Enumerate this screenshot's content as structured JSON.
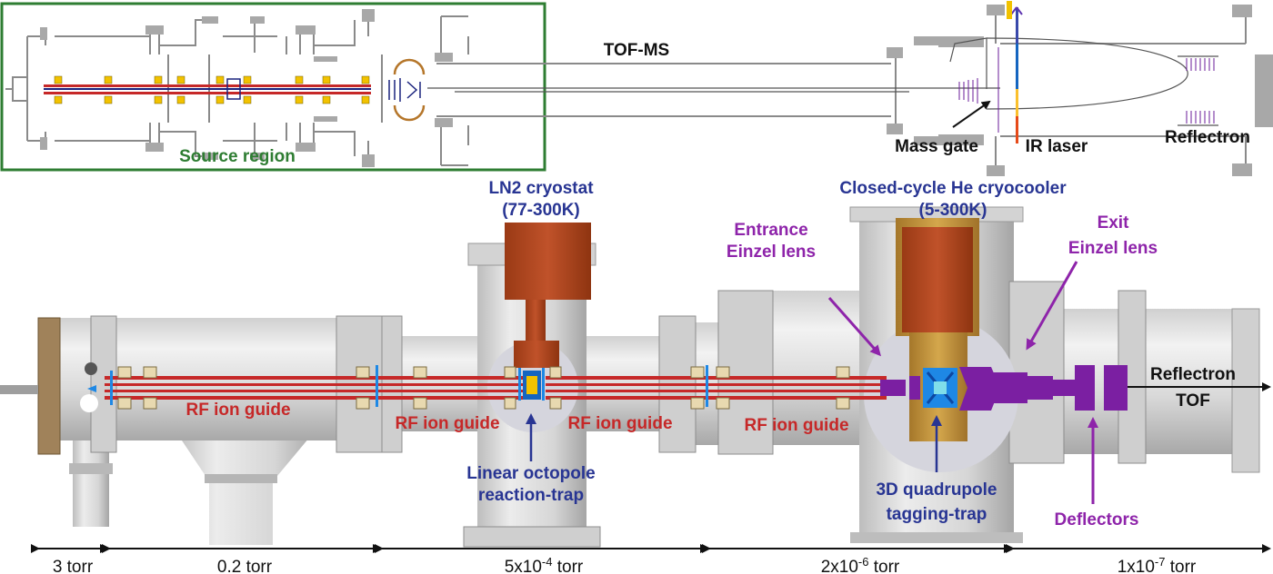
{
  "colors": {
    "source_box": "#2e7d32",
    "label_red": "#c62828",
    "label_blue": "#283593",
    "label_purple": "#8e24aa",
    "label_green": "#2e7d32",
    "steel_light": "#e2e2e2",
    "steel_mid": "#c7c7c7",
    "steel_dark": "#9a9a9a",
    "guide_rod": "#c62828",
    "copper": "#b5471c",
    "brass": "#c9953a",
    "purple_part": "#7b1fa2"
  },
  "top_schematic": {
    "tof_label": "TOF-MS",
    "mass_gate_label": "Mass gate",
    "ir_laser_label": "IR laser",
    "reflectron_label": "Reflectron",
    "source_region_label": "Source region"
  },
  "main_assembly": {
    "ln2_title": "LN2 cryostat",
    "ln2_range": "(77-300K)",
    "he_title": "Closed-cycle He cryocooler",
    "he_range": "(5-300K)",
    "entrance_line1": "Entrance",
    "entrance_line2": "Einzel lens",
    "exit_line1": "Exit",
    "exit_line2": "Einzel lens",
    "rf_guide_1": "RF ion guide",
    "rf_guide_2": "RF ion guide",
    "rf_guide_3": "RF ion guide",
    "rf_guide_4": "RF ion guide",
    "octopole_line1": "Linear octopole",
    "octopole_line2": "reaction-trap",
    "quadrupole_line1": "3D quadrupole",
    "quadrupole_line2": "tagging-trap",
    "deflectors_label": "Deflectors",
    "reflectron_tof_line1": "Reflectron",
    "reflectron_tof_line2": "TOF"
  },
  "pressure_scale": [
    {
      "base": "3 torr",
      "exp": ""
    },
    {
      "base": "0.2 torr",
      "exp": ""
    },
    {
      "base": "5x10",
      "exp": "-4",
      "unit": " torr"
    },
    {
      "base": "2x10",
      "exp": "-6",
      "unit": " torr"
    },
    {
      "base": "1x10",
      "exp": "-7",
      "unit": " torr"
    }
  ]
}
